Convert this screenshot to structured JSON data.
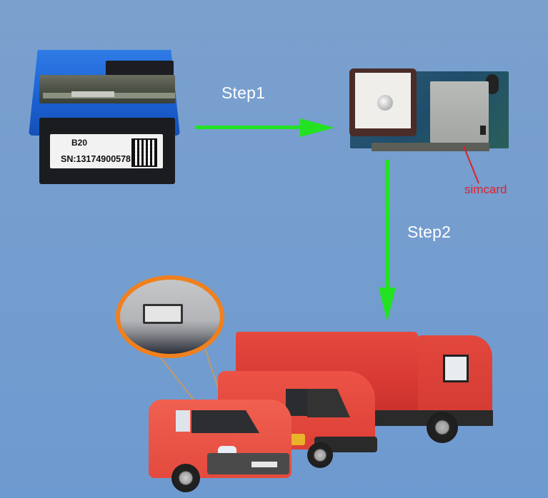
{
  "diagram": {
    "background_color": "#769fce",
    "steps": [
      {
        "label": "Step1",
        "direction": "right",
        "arrow_color": "#22e222"
      },
      {
        "label": "Step2",
        "direction": "down",
        "arrow_color": "#22e222"
      }
    ],
    "obd_device": {
      "model": "B20",
      "serial": "SN:13174900578",
      "shell_color": "#1f63d6"
    },
    "gps_module": {
      "annotation": "simcard",
      "annotation_color": "#e0202a"
    },
    "obd_port_inset": {
      "ring_color": "#f0801e"
    },
    "vehicles": [
      {
        "type": "truck",
        "color": "#d83a33"
      },
      {
        "type": "van",
        "color": "#dc3f36"
      },
      {
        "type": "small-van",
        "color": "#e34a3e"
      }
    ]
  }
}
